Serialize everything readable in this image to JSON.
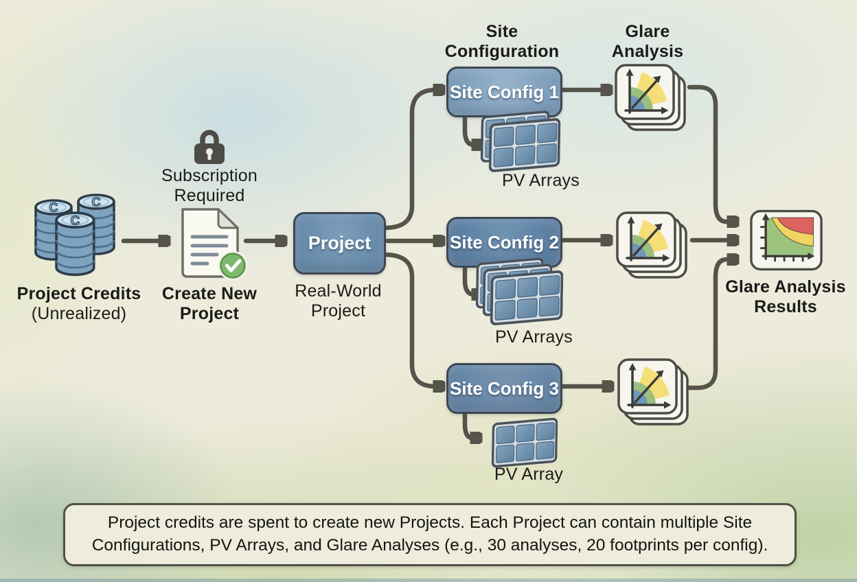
{
  "flow": {
    "credits": {
      "label": "Project Credits",
      "sublabel": "(Unrealized)"
    },
    "subscription_note": "Subscription Required",
    "create_step": "Create New Project",
    "project": {
      "button_label": "Project",
      "caption": "Real-World Project"
    },
    "column_headers": {
      "site_configuration": "Site Configuration",
      "glare_analysis": "Glare Analysis"
    },
    "site_configs": [
      {
        "button_label": "Site Config 1",
        "pv_label": "PV Arrays"
      },
      {
        "button_label": "Site Config 2",
        "pv_label": "PV Arrays"
      },
      {
        "button_label": "Site Config 3",
        "pv_label": "PV Array"
      }
    ],
    "results": {
      "label": "Glare Analysis Results"
    },
    "coin_letter": "C"
  },
  "caption": {
    "lines": [
      "Project credits are spent to create new Projects. Each Project can contain multiple Site",
      "Configurations, PV Arrays, and Glare Analyses (e.g., 30 analyses, 20 footprints per config)."
    ]
  },
  "icons": {
    "project_credits": "coin-stack",
    "subscription": "lock",
    "create_project": "document-with-check",
    "pv": "solar-panel-grid",
    "glare": "stacked-scatter-chart",
    "results": "risk-zone-chart"
  },
  "colors": {
    "arrow": "#55534a",
    "button_border": "#3d4754",
    "project_fill": "#6c8fae",
    "config1_fill": "#8aa7c4",
    "config2_fill": "#5f83a5",
    "config3_fill": "#6a89a9",
    "card_bg": "#f7f6ee",
    "card_border": "#4c4b45",
    "pv_cell": "#6d8fad",
    "check_green": "#7cb96c",
    "fan_blue": "#6f97bb",
    "fan_green": "#93bc7e",
    "fan_yellow": "#f4da6d",
    "result_green": "#9cc47f",
    "result_yellow": "#f2d463",
    "result_red": "#db6360",
    "caption_bg": "#edecdd",
    "text": "#1b1b19"
  }
}
